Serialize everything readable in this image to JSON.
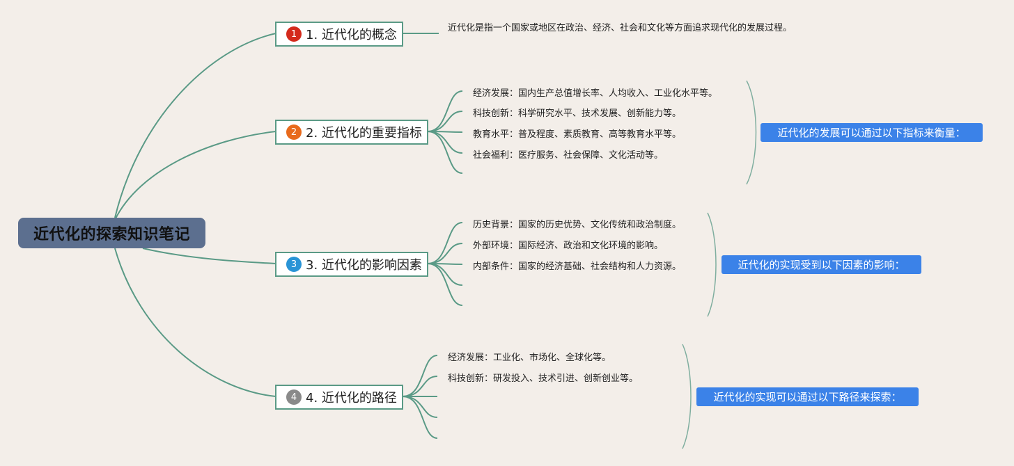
{
  "root": {
    "label": "近代化的探索知识笔记"
  },
  "colors": {
    "line": "#5a9a86",
    "bracket": "#7fae9f",
    "badge_1": "#d42a1c",
    "badge_2": "#e86a1c",
    "badge_3": "#2a94d6",
    "badge_4": "#8a8a8a",
    "summary": "#3b82e8"
  },
  "topics": [
    {
      "badge": "1",
      "label": "1. 近代化的概念",
      "description": "近代化是指一个国家或地区在政治、经济、社会和文化等方面追求现代化的发展过程。"
    },
    {
      "badge": "2",
      "label": "2. 近代化的重要指标",
      "items": [
        "经济发展：国内生产总值增长率、人均收入、工业化水平等。",
        "科技创新：科学研究水平、技术发展、创新能力等。",
        "教育水平：普及程度、素质教育、高等教育水平等。",
        "社会福利：医疗服务、社会保障、文化活动等。"
      ],
      "summary": "近代化的发展可以通过以下指标来衡量："
    },
    {
      "badge": "3",
      "label": "3. 近代化的影响因素",
      "items": [
        "历史背景：国家的历史优势、文化传统和政治制度。",
        "外部环境：国际经济、政治和文化环境的影响。",
        "内部条件：国家的经济基础、社会结构和人力资源。"
      ],
      "summary": "近代化的实现受到以下因素的影响："
    },
    {
      "badge": "4",
      "label": "4. 近代化的路径",
      "items": [
        "经济发展：工业化、市场化、全球化等。",
        "科技创新：研发投入、技术引进、创新创业等。"
      ],
      "summary": "近代化的实现可以通过以下路径来探索："
    }
  ]
}
